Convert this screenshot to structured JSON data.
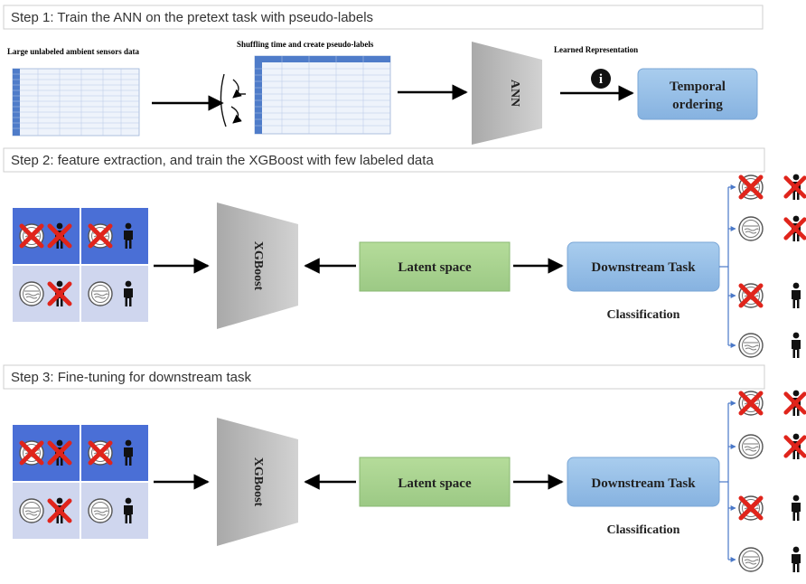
{
  "steps": [
    {
      "label": "Step 1: Train the ANN on the pretext task with pseudo-labels"
    },
    {
      "label": "Step 2: feature extraction, and train the XGBoost with few labeled data"
    },
    {
      "label": "Step 3:  Fine-tuning for  downstream task"
    }
  ],
  "step1": {
    "input_label": "Large unlabeled ambient sensors data",
    "shuffle_label": "Shuffling time and create pseudo-labels",
    "model_label": "ANN",
    "learned_label": "Learned Representation",
    "info_icon": "i",
    "target_label_line1": "Temporal",
    "target_label_line2": "ordering"
  },
  "step2": {
    "model_label": "XGBoost",
    "latent_label": "Latent space",
    "task_label": "Downstream Task",
    "classification_label": "Classification"
  },
  "step3": {
    "model_label": "XGBoost",
    "latent_label": "Latent space",
    "task_label": "Downstream Task",
    "classification_label": "Classification"
  },
  "icons": {
    "appliance": "appliance-icon",
    "person": "person-icon",
    "cross": "red-cross-icon",
    "info": "info-icon"
  },
  "quadrants": [
    {
      "appliance_crossed": true,
      "person_crossed": true
    },
    {
      "appliance_crossed": true,
      "person_crossed": false
    },
    {
      "appliance_crossed": false,
      "person_crossed": true
    },
    {
      "appliance_crossed": false,
      "person_crossed": false
    }
  ],
  "outputs": [
    {
      "appliance_crossed": true,
      "person_crossed": true
    },
    {
      "appliance_crossed": false,
      "person_crossed": true
    },
    {
      "appliance_crossed": true,
      "person_crossed": false
    },
    {
      "appliance_crossed": false,
      "person_crossed": false
    }
  ],
  "colors": {
    "step_border": "#cfcfcf",
    "panel_dark": "#4a6fd6",
    "panel_light": "#cfd6ee",
    "trapezoid": "#b9b9b9",
    "latent_fill": "#a9d18e",
    "task_fill": "#9dc3e6",
    "cross": "#e0241b",
    "branch_line": "#4a78c8"
  }
}
